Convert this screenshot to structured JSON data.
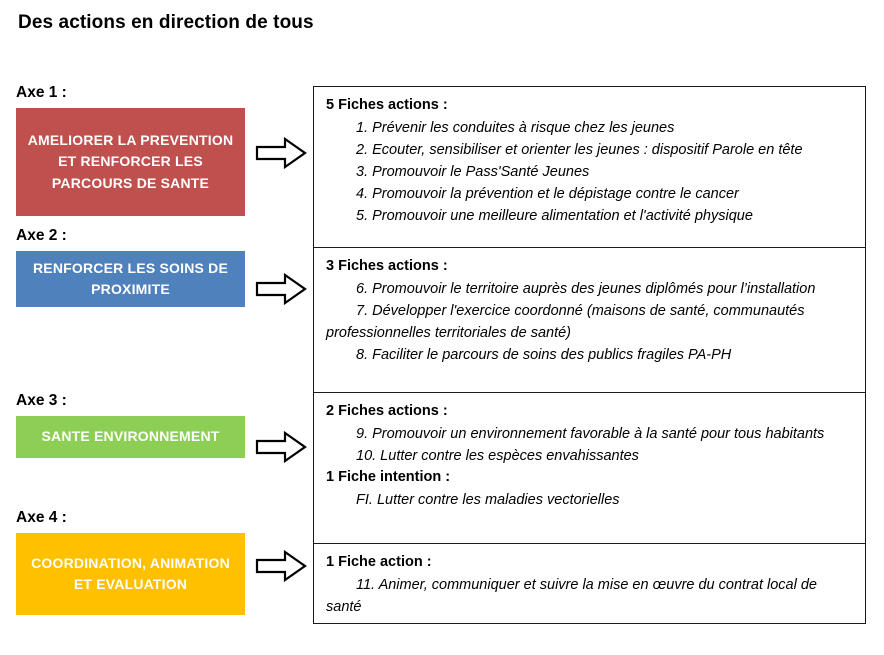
{
  "page": {
    "title": "Des actions en direction de tous"
  },
  "axes": [
    {
      "label": "Axe 1 :",
      "box_text": "AMELIORER LA PREVENTION ET RENFORCER LES PARCOURS DE SANTE",
      "color": "#C0504D",
      "arrow_icon": "right-arrow-icon"
    },
    {
      "label": "Axe 2 :",
      "box_text": "RENFORCER LES SOINS DE PROXIMITE",
      "color": "#4F81BD",
      "arrow_icon": "right-arrow-icon"
    },
    {
      "label": "Axe 3 :",
      "box_text": "SANTE ENVIRONNEMENT",
      "color": "#8DCE55",
      "arrow_icon": "right-arrow-icon"
    },
    {
      "label": "Axe 4 :",
      "box_text": "COORDINATION, ANIMATION ET EVALUATION",
      "color": "#FFC000",
      "arrow_icon": "right-arrow-icon"
    }
  ],
  "panel": {
    "sections": [
      {
        "heading": "5 Fiches actions :",
        "items": [
          "1. Prévenir les conduites à risque chez les jeunes",
          "2. Ecouter, sensibiliser et orienter les jeunes : dispositif Parole en tête",
          "3. Promouvoir le Pass'Santé Jeunes",
          "4. Promouvoir la prévention et le dépistage contre le cancer",
          "5. Promouvoir une meilleure alimentation et l'activité physique"
        ]
      },
      {
        "heading": "3 Fiches actions :",
        "items": [
          "6. Promouvoir le territoire auprès des jeunes diplômés pour l’installation",
          "7. Développer l'exercice coordonné (maisons de santé, communautés professionnelles territoriales de santé)",
          "8. Faciliter le parcours de soins des publics fragiles PA-PH"
        ]
      },
      {
        "heading": "2 Fiches actions :",
        "items": [
          " 9. Promouvoir un environnement favorable à la santé pour tous habitants",
          "10. Lutter contre les espèces envahissantes"
        ],
        "heading2": "1 Fiche intention :",
        "items2": [
          "FI. Lutter contre les maladies vectorielles"
        ]
      },
      {
        "heading": "1 Fiche action :",
        "items": [
          "11. Animer, communiquer et suivre la mise en œuvre du contrat local de santé"
        ]
      }
    ]
  },
  "colors": {
    "panel_border": "#1a1a1a",
    "text": "#000000",
    "box_text": "#ffffff",
    "background": "#ffffff"
  }
}
